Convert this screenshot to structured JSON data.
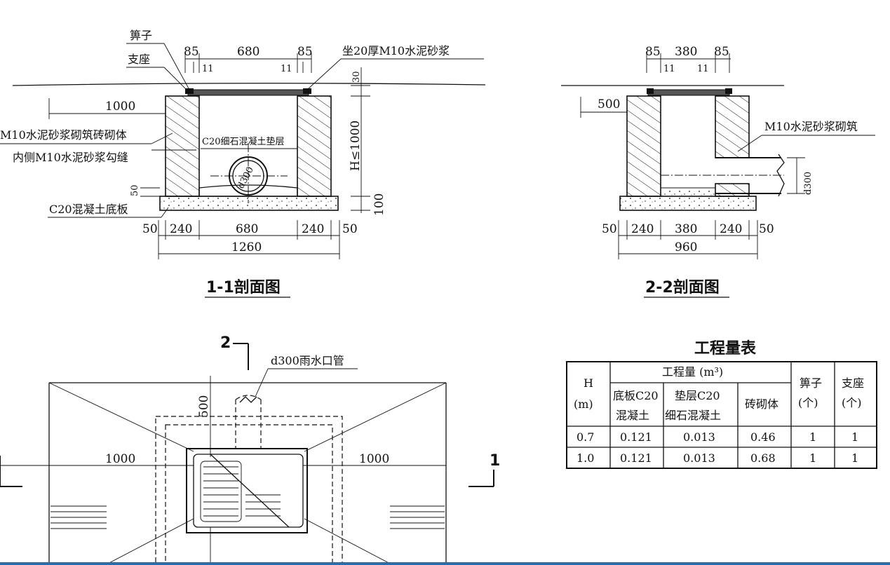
{
  "section_1_1": {
    "title": "1-1剖面图",
    "labels": {
      "grate": "箅子",
      "support": "支座",
      "mortar_bed": "坐20厚M10水泥砂浆",
      "brick_wall": "M10水泥砂浆砌筑砖砌体",
      "inner_joint": "内侧M10水泥砂浆勾缝",
      "cushion": "C20细石混凝土垫层",
      "base_slab": "C20混凝土底板",
      "pipe": "d300",
      "height": "H≤1000"
    },
    "top_dims": [
      "85",
      "680",
      "85"
    ],
    "top_small_dims": [
      "11",
      "11"
    ],
    "left_dim": "1000",
    "right_dims": [
      "30",
      "100"
    ],
    "left_small_dim": "50",
    "bottom_dims": [
      "50",
      "240",
      "680",
      "240",
      "50"
    ],
    "total_width": "1260"
  },
  "section_2_2": {
    "title": "2-2剖面图",
    "labels": {
      "masonry": "M10水泥砂浆砌筑",
      "pipe": "d300"
    },
    "top_dims": [
      "85",
      "380",
      "85"
    ],
    "top_small_dims": [
      "11",
      "11"
    ],
    "left_dim": "500",
    "bottom_dims": [
      "50",
      "240",
      "380",
      "240",
      "50"
    ],
    "total_width": "960"
  },
  "plan": {
    "section_mark_top": "2",
    "section_mark_right": "1",
    "pipe_label": "d300雨水口管",
    "vertical_dim": "500",
    "left_dim": "1000",
    "right_dim": "1000"
  },
  "table": {
    "title": "工程量表",
    "header": {
      "h": "H",
      "h_unit": "(m)",
      "quantity": "工程量 (m³)",
      "base": "底板C20",
      "base2": "混凝土",
      "cushion": "垫层C20",
      "cushion2": "细石混凝土",
      "brick": "砖砌体",
      "grate": "箅子",
      "grate_unit": "(个)",
      "support": "支座",
      "support_unit": "(个)"
    },
    "rows": [
      {
        "h": "0.7",
        "base": "0.121",
        "cushion": "0.013",
        "brick": "0.46",
        "grate": "1",
        "support": "1"
      },
      {
        "h": "1.0",
        "base": "0.121",
        "cushion": "0.013",
        "brick": "0.68",
        "grate": "1",
        "support": "1"
      }
    ]
  },
  "colors": {
    "ink": "#111111",
    "paper": "#ffffff",
    "bottom_rule": "#2b6cb0"
  }
}
